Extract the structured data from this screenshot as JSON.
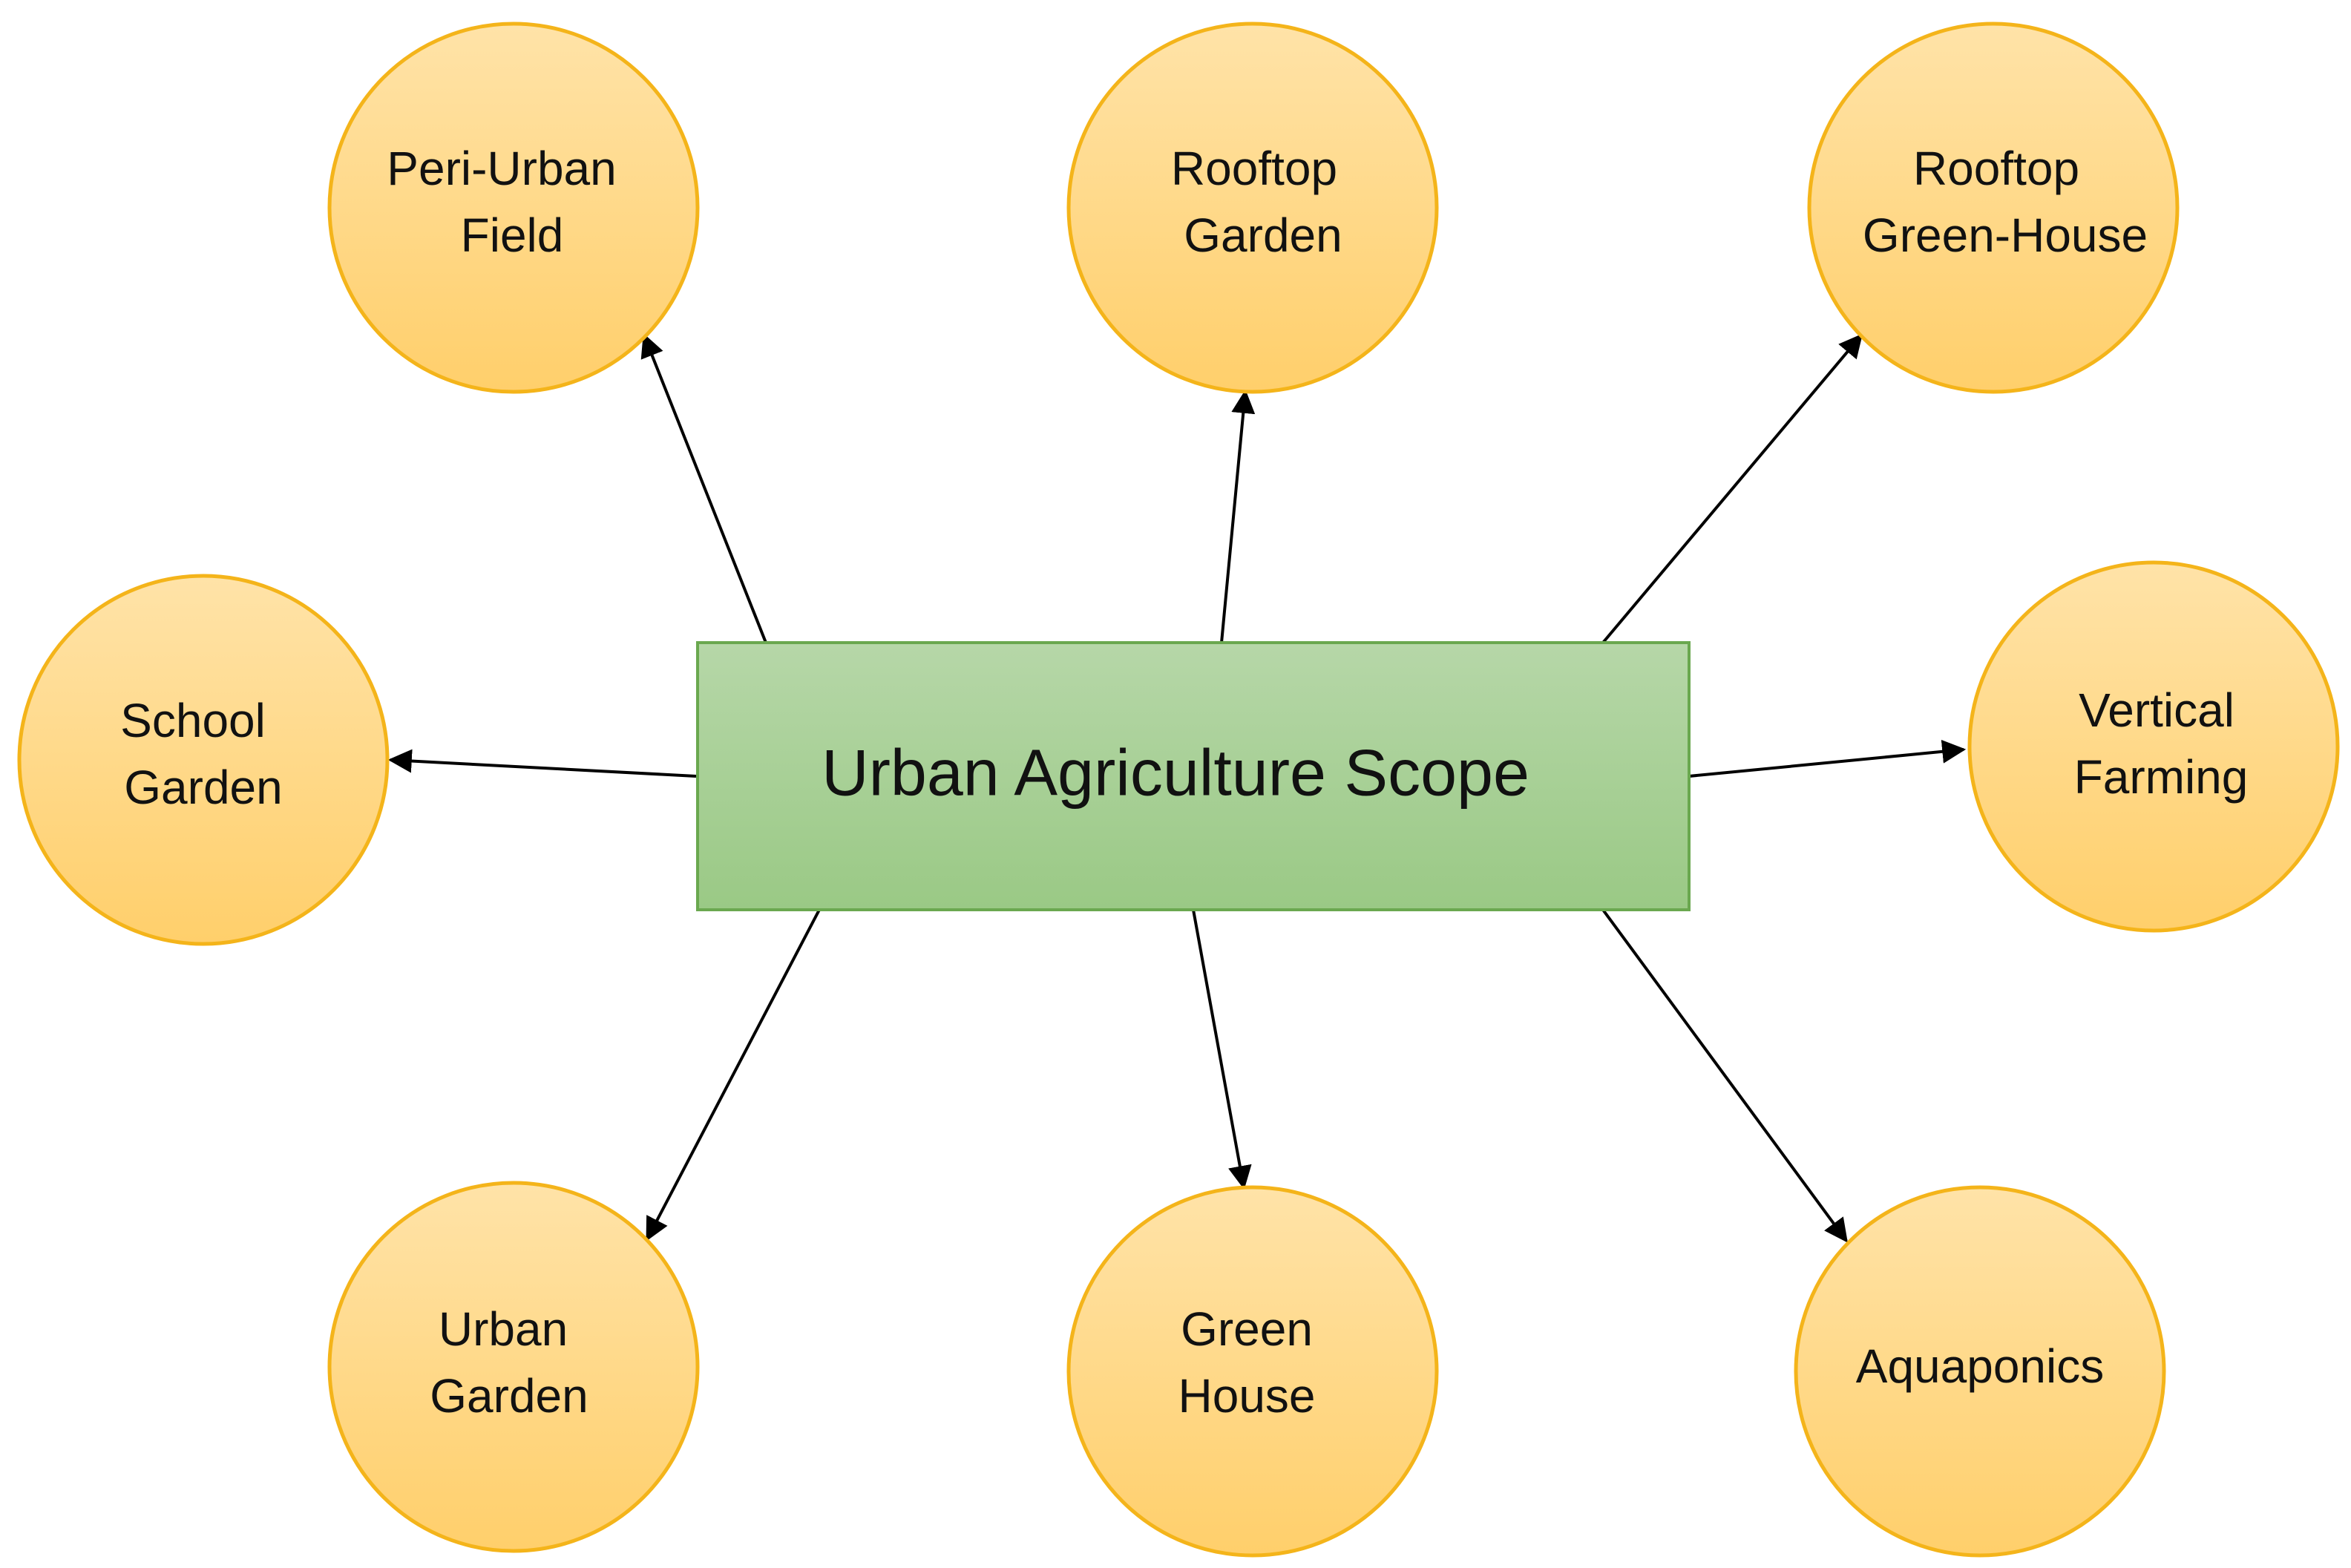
{
  "center": {
    "label": "Urban Agriculture Scope"
  },
  "nodes": [
    {
      "id": "peri-urban-field",
      "lines": [
        "Peri-Urban",
        "Field"
      ]
    },
    {
      "id": "rooftop-garden",
      "lines": [
        "Rooftop",
        "Garden"
      ]
    },
    {
      "id": "rooftop-green-house",
      "lines": [
        "Rooftop",
        "Green-House"
      ]
    },
    {
      "id": "school-garden",
      "lines": [
        "School",
        "Garden"
      ]
    },
    {
      "id": "vertical-farming",
      "lines": [
        "Vertical",
        "Farming"
      ]
    },
    {
      "id": "urban-garden",
      "lines": [
        "Urban",
        "Garden"
      ]
    },
    {
      "id": "green-house",
      "lines": [
        "Green",
        "House"
      ]
    },
    {
      "id": "aquaponics",
      "lines": [
        "Aquaponics"
      ]
    }
  ],
  "colors": {
    "node_fill_top": "#FFE3A8",
    "node_fill_bottom": "#FFCF6B",
    "node_stroke": "#F4B41A",
    "center_fill_top": "#B6D7A8",
    "center_fill_bottom": "#9AC985",
    "center_stroke": "#6AA84F",
    "edge": "#000000"
  }
}
